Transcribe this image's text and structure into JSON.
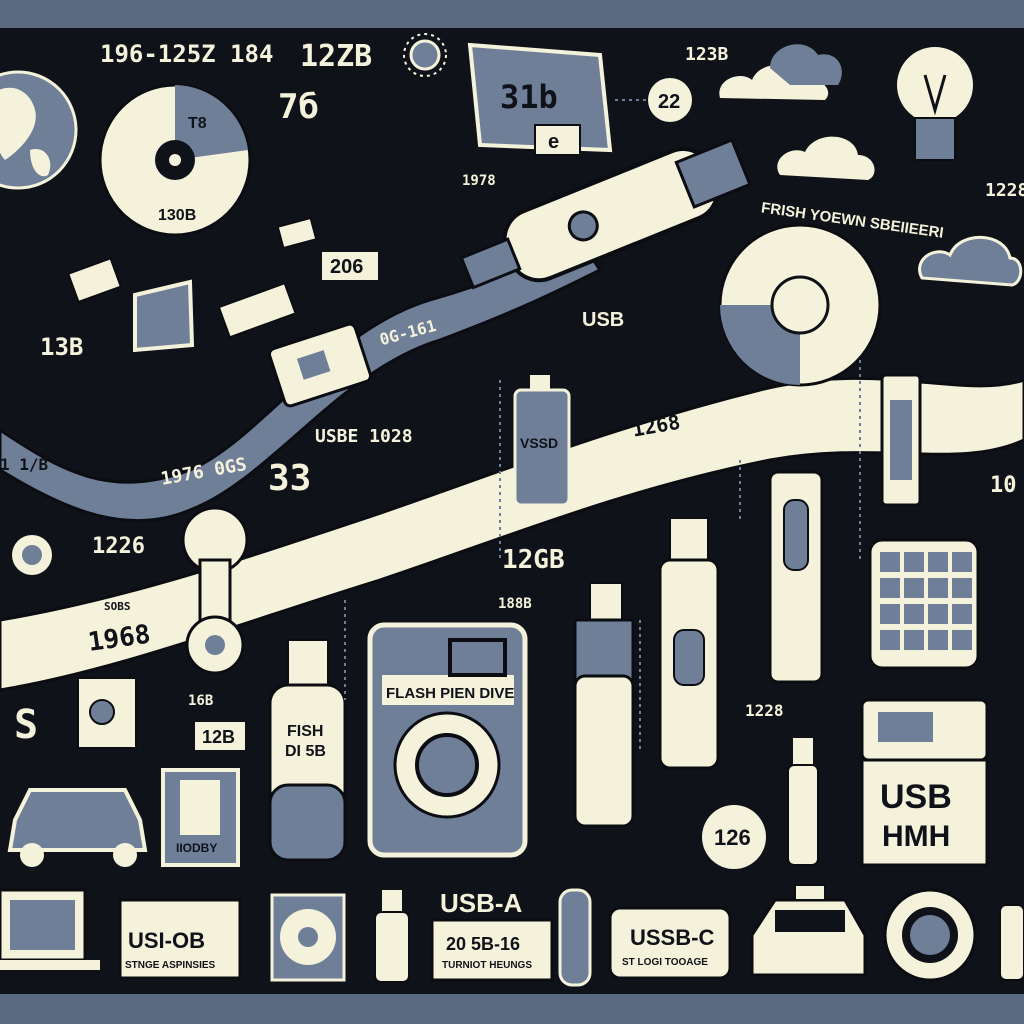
{
  "colors": {
    "frame": "#5a6a80",
    "background": "#0f1218",
    "cream": "#f5f2dc",
    "slate": "#6f7f98",
    "dark_slate": "#3a4658",
    "outline": "#0b0d12"
  },
  "icons": [
    "globe-icon",
    "cd-disc-icon",
    "cloud-icon",
    "light-bulb-icon",
    "usb-flash-drive-icon",
    "car-icon",
    "taxi-icon",
    "laptop-icon",
    "calculator-keypad-icon",
    "camera-drive-icon",
    "chip-icon",
    "tape-roll-icon"
  ],
  "labels": {
    "top_left_code": "196-125Z 184",
    "top_128": "12ZB",
    "top_76": "7б",
    "screen_31b": "31b",
    "screen_e": "e",
    "top_123b": "123B",
    "top_22": "22",
    "disc_top": "T8",
    "disc_bottom": "130B",
    "small_1978": "1978",
    "box_206": "206",
    "top_right_1228": "1228",
    "arc_text": "FRISH YOEWN SBEIIEERI",
    "ribbon_upper": "0G-161",
    "left_13b": "13B",
    "usb_label": "USB",
    "ribbon_mid": "1976 0GS",
    "usb_1028": "USBE 1028",
    "ribbon_left": "1 1/B",
    "big_33": "33",
    "vssd": "VSSD",
    "ribbon_1268": "1268",
    "small_16b": "16B",
    "right_10": "10",
    "left_1226": "1226",
    "big_12gb": "12GB",
    "ribbon_1968": "1968",
    "ribbon_small": "SOBS",
    "small_1886": "188B",
    "s_letter": "S",
    "label_16b_arrow": "16B",
    "box_12b": "12B",
    "flash_pen": "FLASH PIEN DIVE",
    "fish": "FISH",
    "di_5b": "DI 5B",
    "iiodby": "IIODBY",
    "label_1228b": "1228",
    "usb_hmh_1": "USB",
    "usb_hmh_2": "HMH",
    "circle_126": "126",
    "usi_ob": "USI-OB",
    "stnge": "STNGE ASPINSIES",
    "usb_a": "USB-A",
    "range_16": "20 5B-16",
    "turnnt": "TURNIOT HEUNGS",
    "ussb_c": "USSB-C",
    "stlogi": "ST LOGI TOOAGE"
  }
}
